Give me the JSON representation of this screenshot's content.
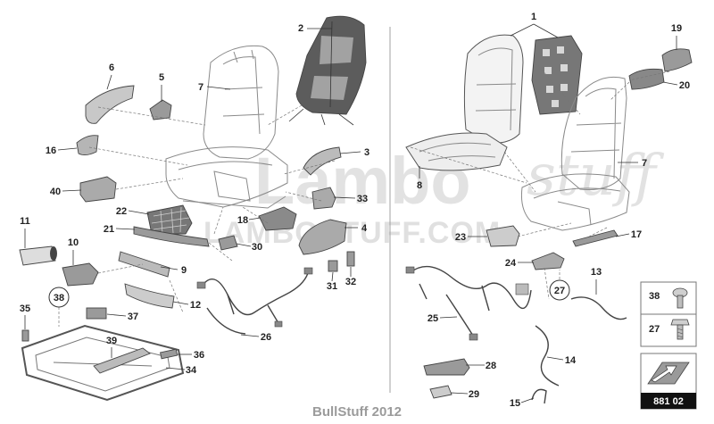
{
  "callouts": [
    "1",
    "2",
    "3",
    "4",
    "5",
    "6",
    "7",
    "7",
    "8",
    "9",
    "10",
    "11",
    "12",
    "13",
    "14",
    "15",
    "16",
    "17",
    "18",
    "19",
    "20",
    "21",
    "22",
    "23",
    "24",
    "25",
    "26",
    "27",
    "28",
    "29",
    "30",
    "31",
    "32",
    "33",
    "34",
    "35",
    "36",
    "37",
    "38",
    "39",
    "40"
  ],
  "legend": {
    "fasteners": [
      {
        "label": "38",
        "icon": "round-head-bolt-icon"
      },
      {
        "label": "27",
        "icon": "hex-head-screw-icon"
      }
    ],
    "view_icon": "view-direction-arrow-icon",
    "diagram_number": "881 02"
  },
  "footer": "BullStuff 2012",
  "watermark": {
    "logo_main": "Lambo",
    "logo_script": "stuff",
    "url": "LAMBOSTUFF.COM"
  },
  "colors": {
    "line": "#444444",
    "part_fill": "#aaaaaa",
    "footer_text": "#9b9b9b",
    "diagram_number_band": "#111111"
  }
}
